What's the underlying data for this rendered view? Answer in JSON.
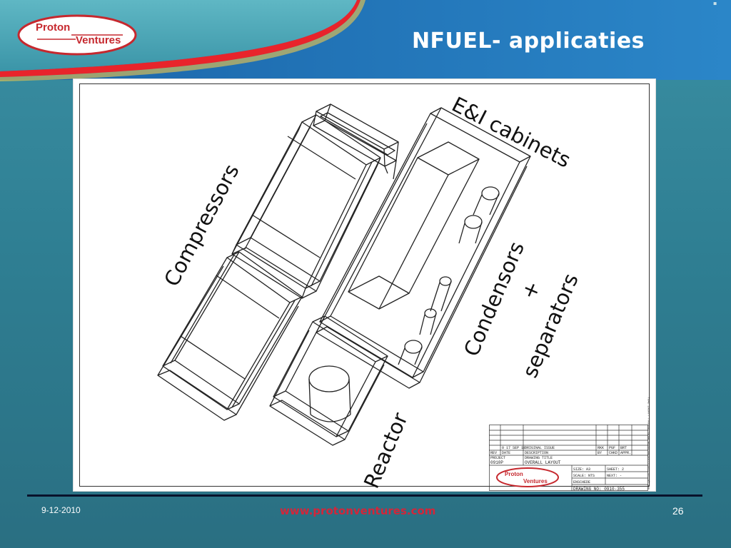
{
  "slide": {
    "title": "NFUEL- applicaties",
    "logo": {
      "line1": "Proton",
      "line2": "Ventures"
    },
    "annotations": {
      "compressors": "Compressors",
      "ei_cabinets": "E&I cabinets",
      "condensors": "Condensors",
      "plus": "+",
      "separators": "separators",
      "reactor": "Reactor"
    },
    "title_block": {
      "rev_row": [
        "0",
        "17 SEP 10",
        "ORIGINAL ISSUE",
        "RKK",
        "PGF",
        "BRT"
      ],
      "header_row": [
        "REV",
        "DATE",
        "DESCRIPTION",
        "BY",
        "CHKD",
        "APPR."
      ],
      "project_label": "PROJECT",
      "project_value": "0910P",
      "drawing_title_label": "DRAWING TITLE",
      "drawing_title_value": "OVERALL LAYOUT",
      "size": "SIZE: A3",
      "sheet": "SHEET: 2",
      "scale": "SCALE: NTS",
      "next": "NEXT: -",
      "drawing_no": "DRAWING NO: 0910-355",
      "location": "ENSCHEDE",
      "side_text": "RKK (F:\\ACTIVE\\CLAYTON\\0910P-NFUEL\\OVERALL LAYOUT.DWG)"
    },
    "footer": {
      "date": "9-12-2010",
      "url": "www.protonventures.com",
      "page": "26"
    }
  },
  "colors": {
    "background": "#2f7f93",
    "header_blue": "#1e6fb4",
    "swoosh_red": "#e8242b",
    "url_red": "#d2263a",
    "footer_line": "#08122b"
  }
}
